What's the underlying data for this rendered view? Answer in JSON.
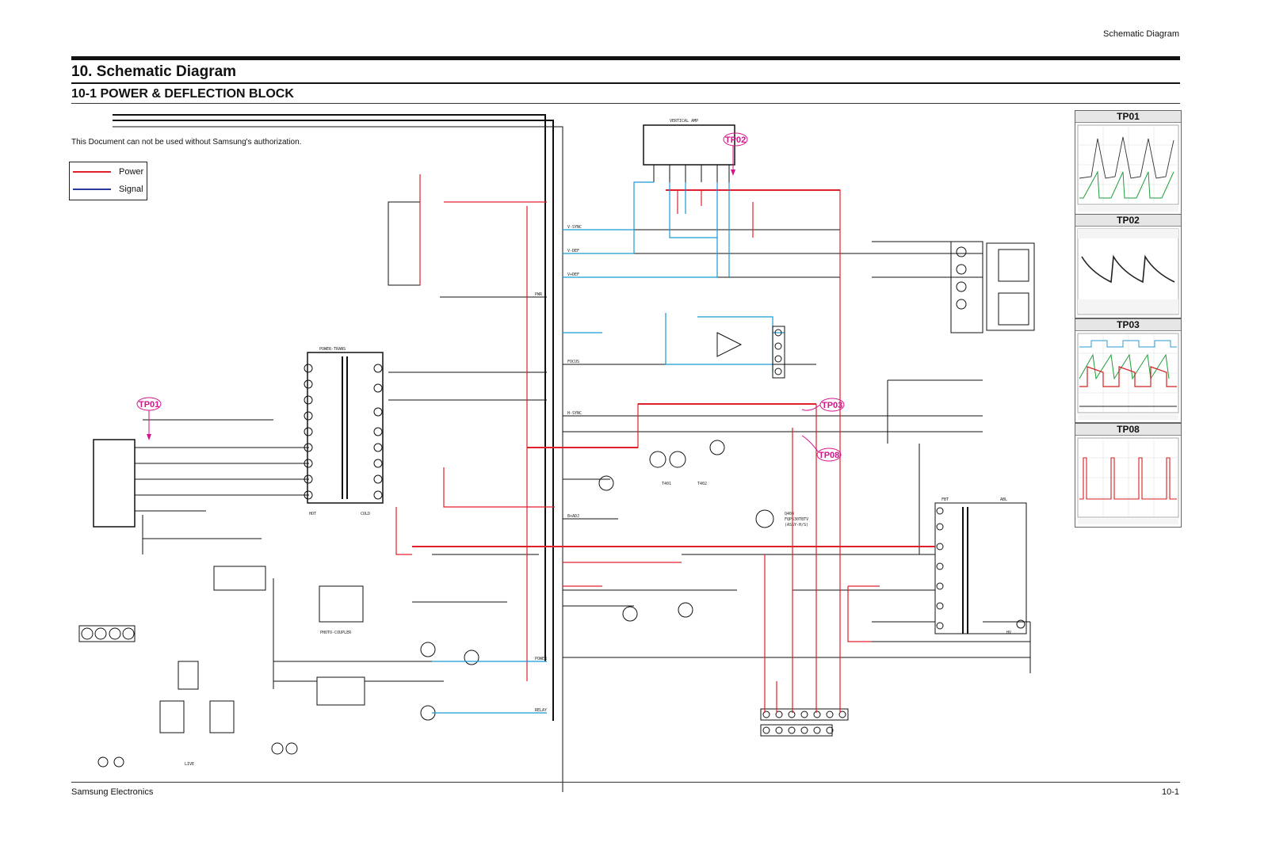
{
  "header": {
    "section_label": "Schematic Diagram",
    "title": "10. Schematic Diagram",
    "subtitle": "10-1 POWER & DEFLECTION BLOCK",
    "authorization_notice": "This Document can not be used without Samsung's authorization."
  },
  "legend": {
    "items": [
      {
        "label": "Power",
        "color": "#e0202a"
      },
      {
        "label": "Signal",
        "color": "#2b3a9a"
      }
    ]
  },
  "diagram": {
    "block_labels": {
      "vertical_amp": "VERTICAL AMP",
      "power_trans": "POWER-TRANS",
      "hot": "HOT",
      "cold": "COLD",
      "photo_coupler": "PHOTO-COUPLER",
      "live": "LIVE",
      "fbt": "FBT",
      "t401": "T401",
      "t402": "T402",
      "q404": "Q404",
      "q404_part": "FQP630TBTV",
      "q404_note": "(ASSY-H/S)"
    },
    "signal_labels": [
      "V-SYNC",
      "V-DEF",
      "V+DEF",
      "H-SYNC",
      "FOCUS",
      "B+ADJ",
      "PWR",
      "RELAY",
      "POWER",
      "ABL",
      "HV"
    ],
    "wire_colors": {
      "power": "#e0202a",
      "signal": "#1a9ad6",
      "ground": "#111111"
    }
  },
  "test_points": [
    {
      "label": "TP01",
      "color": "#d4148a"
    },
    {
      "label": "TP02",
      "color": "#d4148a"
    },
    {
      "label": "TP03",
      "color": "#d4148a"
    },
    {
      "label": "TP08",
      "color": "#d4148a"
    }
  ],
  "scope_panels": [
    {
      "title": "TP01",
      "trace_colors": [
        "#1f9d3a",
        "#333333"
      ]
    },
    {
      "title": "TP02",
      "trace_colors": [
        "#222222"
      ]
    },
    {
      "title": "TP03",
      "trace_colors": [
        "#1f9d3a",
        "#d42020",
        "#2a9ad6"
      ]
    },
    {
      "title": "TP08",
      "trace_colors": [
        "#d42020"
      ]
    }
  ],
  "footer": {
    "company": "Samsung Electronics",
    "page": "10-1"
  }
}
